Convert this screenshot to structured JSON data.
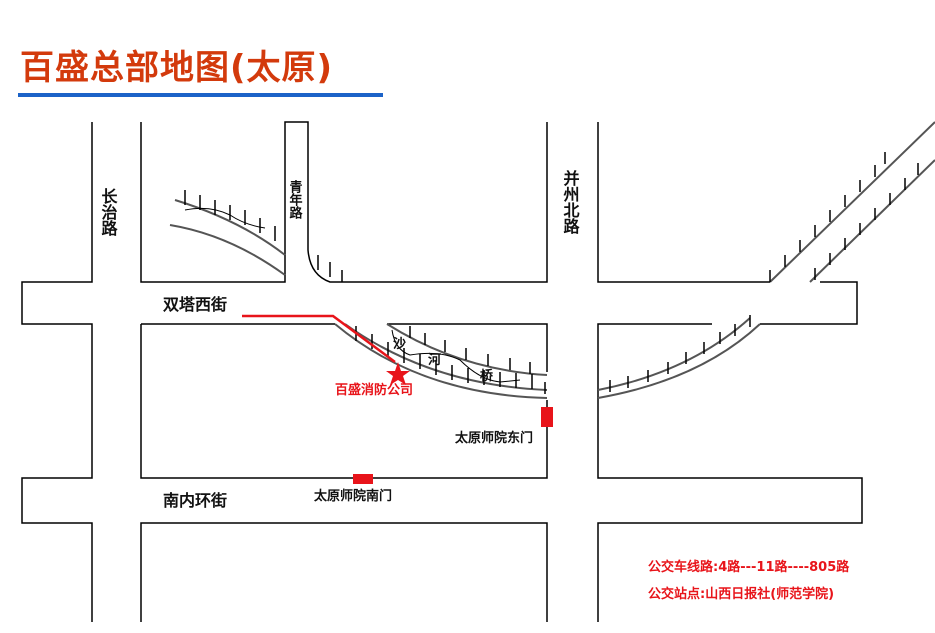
{
  "title": "百盛总部地图(太原)",
  "roads": {
    "changzhi": "长治路",
    "qingnian": "青年路",
    "bingzhou_north": "并州北路",
    "shuangta_west": "双塔西街",
    "nanneihuan": "南内环街"
  },
  "bridge": [
    "沙",
    "河",
    "桥"
  ],
  "landmarks": {
    "company": "百盛消防公司",
    "east_gate": "太原师院东门",
    "south_gate": "太原师院南门"
  },
  "transit": {
    "bus_lines": "公交车线路:4路---11路----805路",
    "bus_stop": "公交站点:山西日报社(师范学院)"
  },
  "colors": {
    "title": "#d33a0c",
    "accent": "#1c63c8",
    "marker": "#e8141a"
  }
}
